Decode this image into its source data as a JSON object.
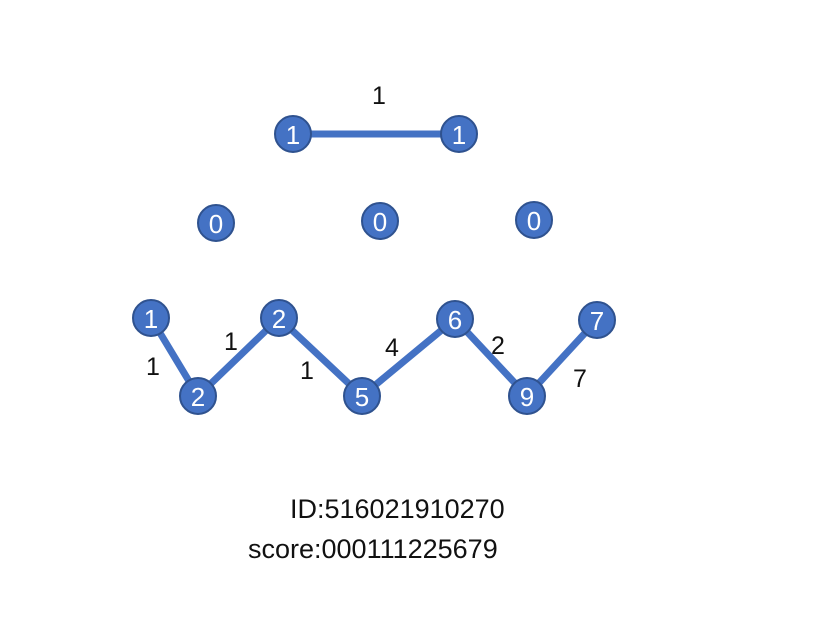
{
  "colors": {
    "node_fill": "#4472c4",
    "node_stroke": "#2f528f",
    "edge": "#4472c4",
    "text": "#111111"
  },
  "nodes": [
    {
      "id": "t1",
      "label": "1"
    },
    {
      "id": "t2",
      "label": "1"
    },
    {
      "id": "m1",
      "label": "0"
    },
    {
      "id": "m2",
      "label": "0"
    },
    {
      "id": "m3",
      "label": "0"
    },
    {
      "id": "b1",
      "label": "1"
    },
    {
      "id": "b2",
      "label": "2"
    },
    {
      "id": "b3",
      "label": "2"
    },
    {
      "id": "b4",
      "label": "5"
    },
    {
      "id": "b5",
      "label": "6"
    },
    {
      "id": "b6",
      "label": "9"
    },
    {
      "id": "b7",
      "label": "7"
    }
  ],
  "edges": [
    {
      "from": "t1",
      "to": "t2",
      "label": "1"
    },
    {
      "from": "b1",
      "to": "b2",
      "label": "1"
    },
    {
      "from": "b2",
      "to": "b3",
      "label": "1"
    },
    {
      "from": "b3",
      "to": "b4",
      "label": "1"
    },
    {
      "from": "b4",
      "to": "b5",
      "label": "4"
    },
    {
      "from": "b5",
      "to": "b6",
      "label": "2"
    },
    {
      "from": "b6",
      "to": "b7",
      "label": "7"
    }
  ],
  "captions": {
    "id_text": "ID:516021910270",
    "score_text": "score:000111225679"
  }
}
